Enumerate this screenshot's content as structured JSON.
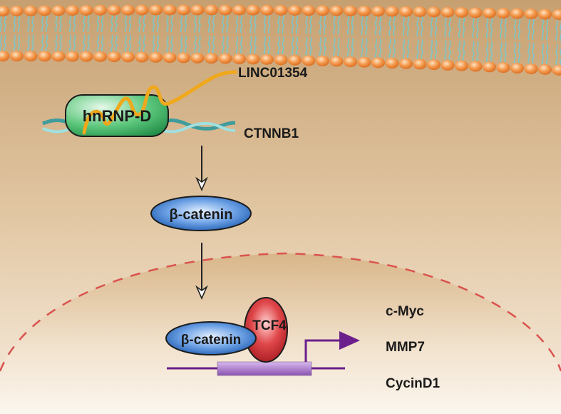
{
  "labels": {
    "lncrna": "LINC01354",
    "rbp": "hnRNP-D",
    "mrna": "CTNNB1",
    "protein_cytoplasm": "β-catenin",
    "protein_nucleus": "β-catenin",
    "tf": "TCF4",
    "targets": [
      "c-Myc",
      "MMP7",
      "CycinD1"
    ]
  },
  "colors": {
    "cell_top": "#c6a071",
    "cell_bottom": "#f7ede0",
    "lipid_head": "#f08a3c",
    "lipid_tail": "#7fc6c6",
    "nucleus_border": "#d9534f",
    "lncrna": "#f0a81c",
    "mrna": "#5fb4b4",
    "hnrnp_fill": "#2fa85a",
    "beta_catenin_fill": "#2e6fc4",
    "tcf4_fill": "#c9282d",
    "dna_line": "#6a1f8c",
    "promoter_box": "#a576c4",
    "transcription_arrow": "#6a1f8c",
    "pathway_arrow": "#222222"
  }
}
